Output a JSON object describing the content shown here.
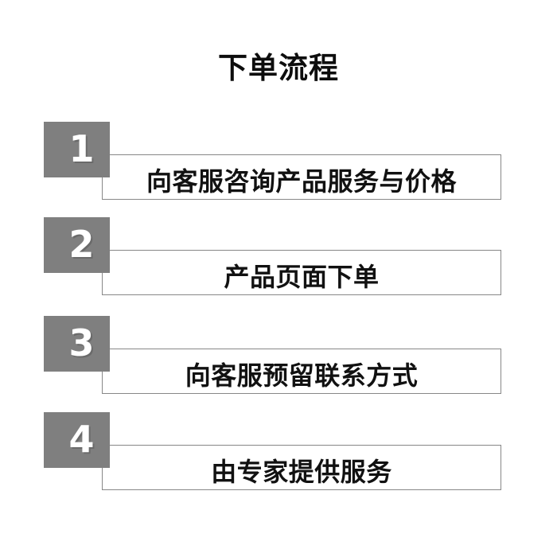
{
  "title": "下单流程",
  "theme": {
    "background": "#ffffff",
    "chip_fill": "#7f7f7f",
    "chip_text": "#ffffff",
    "panel_fill": "#ffffff",
    "panel_border": "#878787",
    "text_color": "#111111"
  },
  "steps": [
    {
      "number": "1",
      "label": "向客服咨询产品服务与价格"
    },
    {
      "number": "2",
      "label": "产品页面下单"
    },
    {
      "number": "3",
      "label": "向客服预留联系方式"
    },
    {
      "number": "4",
      "label": "由专家提供服务"
    }
  ]
}
